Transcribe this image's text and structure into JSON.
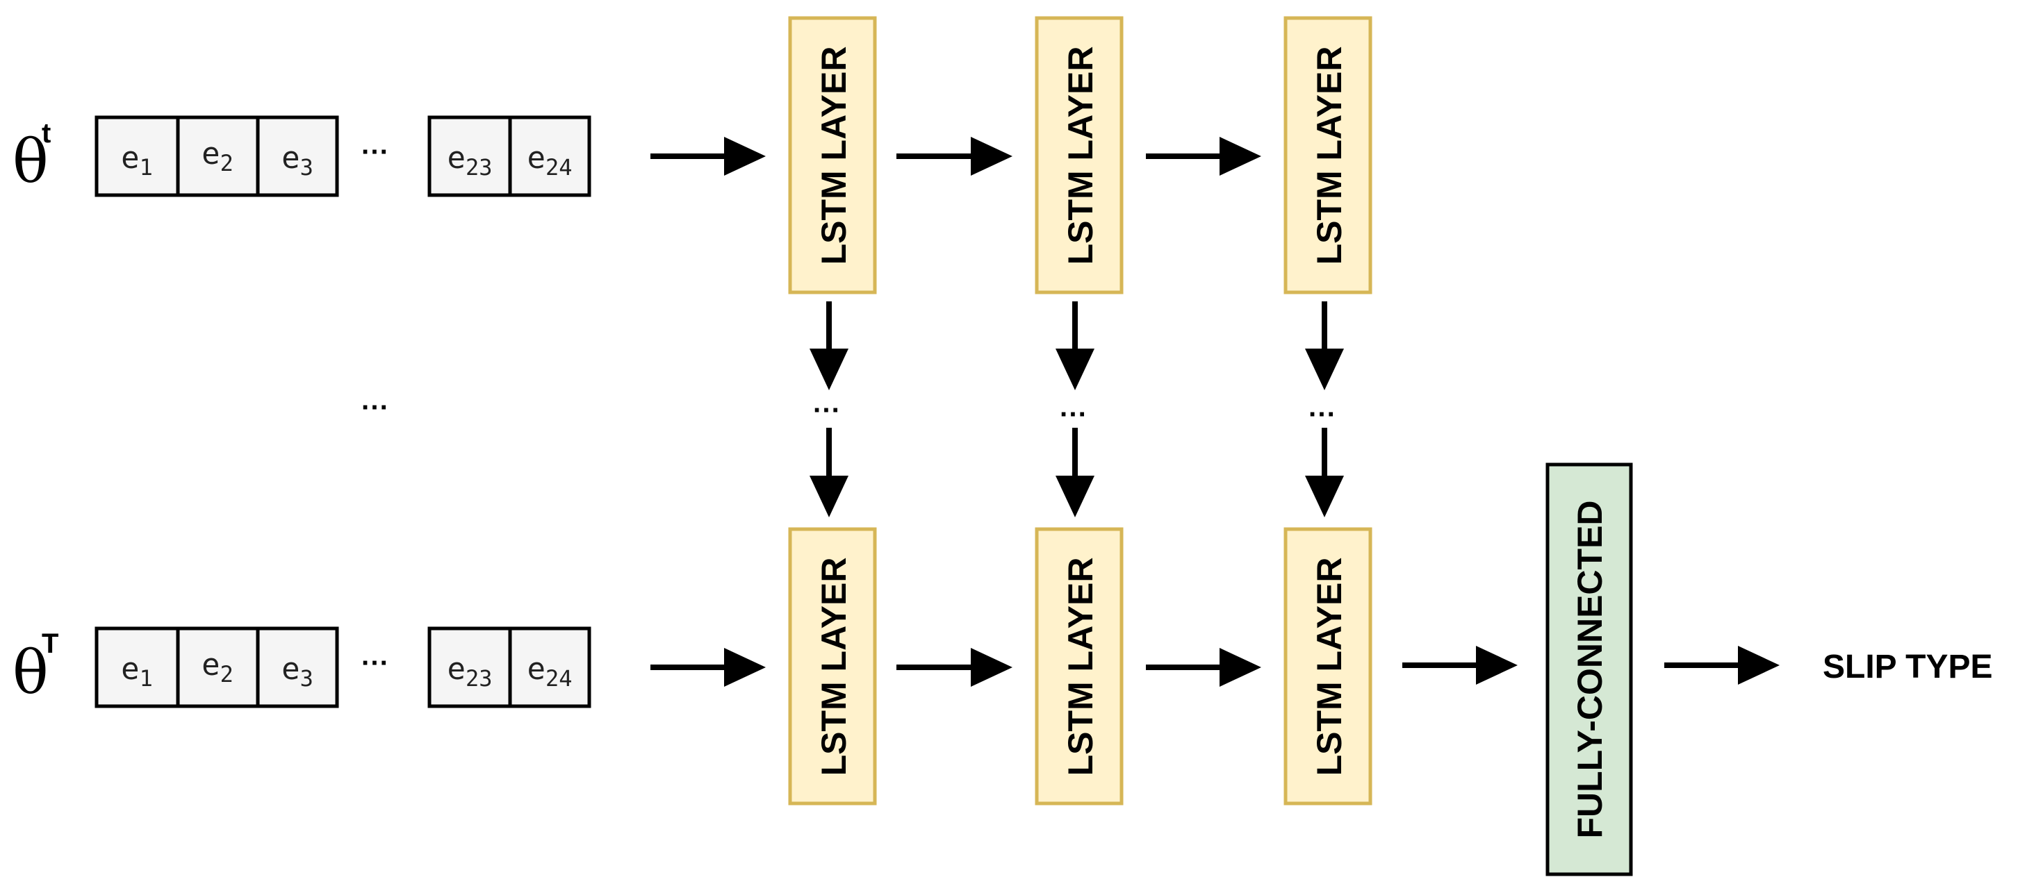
{
  "rows": [
    {
      "theta": "θ",
      "superscript": "t",
      "cells_left": [
        {
          "base": "e",
          "sub": "1"
        },
        {
          "base": "e",
          "sub": "2"
        },
        {
          "base": "e",
          "sub": "3"
        }
      ],
      "ellipsis": "···",
      "cells_right": [
        {
          "base": "e",
          "sub": "23"
        },
        {
          "base": "e",
          "sub": "24"
        }
      ]
    },
    {
      "theta": "θ",
      "superscript": "T",
      "cells_left": [
        {
          "base": "e",
          "sub": "1"
        },
        {
          "base": "e",
          "sub": "2"
        },
        {
          "base": "e",
          "sub": "3"
        }
      ],
      "ellipsis": "···",
      "cells_right": [
        {
          "base": "e",
          "sub": "23"
        },
        {
          "base": "e",
          "sub": "24"
        }
      ]
    }
  ],
  "middle_ellipsis": "···",
  "lstm_label": "LSTM LAYER",
  "lstm_columns": 3,
  "column_ellipsis": "···",
  "fc_label": "FULLY-CONNECTED",
  "output_label": "SLIP TYPE",
  "colors": {
    "lstm_fill": "#fff2cc",
    "lstm_stroke": "#d6b656",
    "fc_fill": "#d5e8d4",
    "cell_fill": "#f5f5f5"
  }
}
